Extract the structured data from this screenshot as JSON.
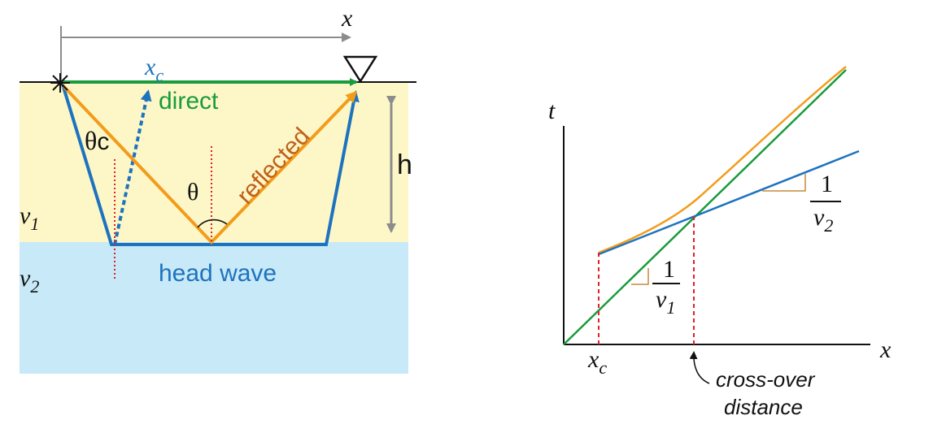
{
  "colors": {
    "layer1": "#fdf7c8",
    "layer2": "#c8e9f8",
    "direct": "#1a9b3d",
    "reflected": "#f39c1b",
    "reflected_text": "#c0601a",
    "head": "#1e73be",
    "gray": "#8c8c8c",
    "dashed_red": "#e0202a",
    "slope_tick": "#c98a3a",
    "black": "#111111"
  },
  "left_panel": {
    "x_label": "x",
    "xc_label_main": "x",
    "xc_label_sub": "c",
    "direct_label": "direct",
    "reflected_label": "reflected",
    "head_wave_label": "head wave",
    "theta_c_main": "θ",
    "theta_c_sub": "c",
    "theta_label": "θ",
    "h_label": "h",
    "v1_main": "v",
    "v1_sub": "1",
    "v2_main": "v",
    "v2_sub": "2",
    "source_icon": "star-source-icon",
    "receiver_icon": "triangle-receiver-icon"
  },
  "right_panel": {
    "t_axis_label": "t",
    "x_axis_label": "x",
    "xc_label_main": "x",
    "xc_label_sub": "c",
    "slope1_num": "1",
    "slope1_den_main": "v",
    "slope1_den_sub": "1",
    "slope2_num": "1",
    "slope2_den_main": "v",
    "slope2_den_sub": "2",
    "crossover_line1": "cross-over",
    "crossover_line2": "distance"
  }
}
